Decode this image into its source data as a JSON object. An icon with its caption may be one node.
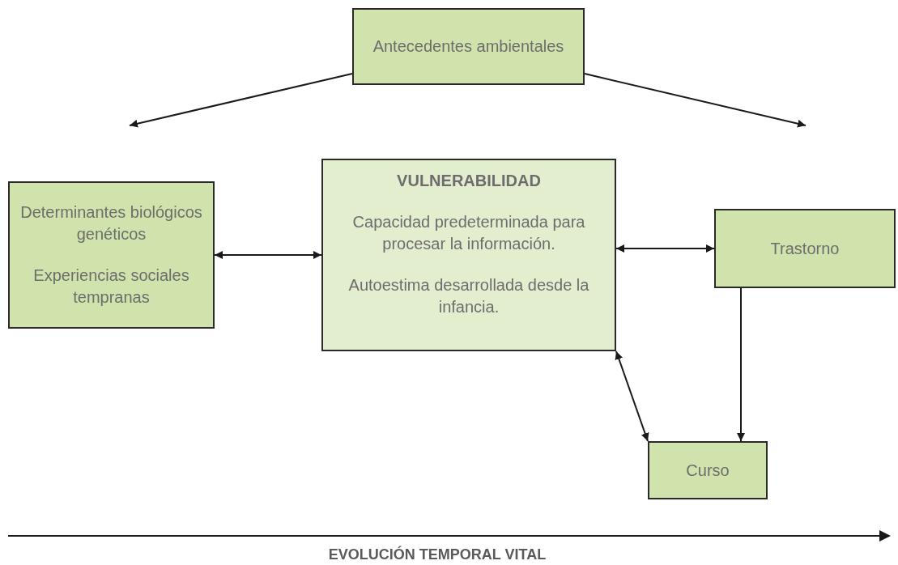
{
  "diagram": {
    "nodes": [
      {
        "text": [
          "Antecedentes ambientales"
        ]
      },
      {
        "text": [
          "Determinantes biológicos genéticos",
          "Experiencias sociales tempranas"
        ]
      },
      {
        "text": [
          "VULNERABILIDAD",
          "Capacidad predeterminada para procesar la información.",
          "Autoestima desarrollada desde la infancia."
        ]
      },
      {
        "text": [
          "Trastorno"
        ]
      },
      {
        "text": [
          "Curso"
        ]
      }
    ],
    "edges": [
      {
        "from": 0,
        "to": null,
        "arrow": "to"
      },
      {
        "from": 0,
        "to": null,
        "arrow": "to"
      },
      {
        "from": 1,
        "to": 2,
        "arrow": "both"
      },
      {
        "from": 2,
        "to": 3,
        "arrow": "both"
      },
      {
        "from": 2,
        "to": 4,
        "arrow": "both"
      },
      {
        "from": 3,
        "to": 4,
        "arrow": "to"
      }
    ],
    "labels": [
      "EVOLUCIÓN TEMPORAL VITAL"
    ]
  }
}
